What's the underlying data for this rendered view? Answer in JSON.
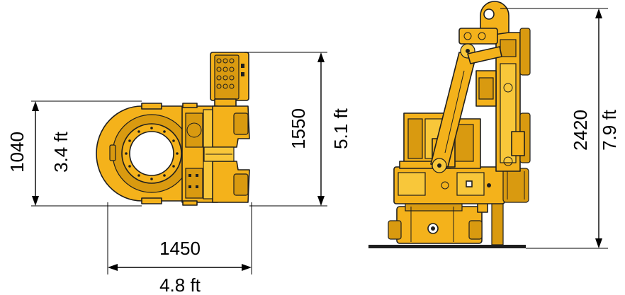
{
  "plan_view": {
    "height_mm": "1040",
    "height_ft": "3.4 ft",
    "depth_mm": "1550",
    "depth_ft": "5.1 ft",
    "width_mm": "1450",
    "width_ft": "4.8 ft"
  },
  "side_view": {
    "height_mm": "2420",
    "height_ft": "7.9 ft"
  },
  "colors": {
    "machine_yellow": "#f4b21b",
    "outline": "#1e1e1e",
    "dimension_lines": "#000000"
  }
}
